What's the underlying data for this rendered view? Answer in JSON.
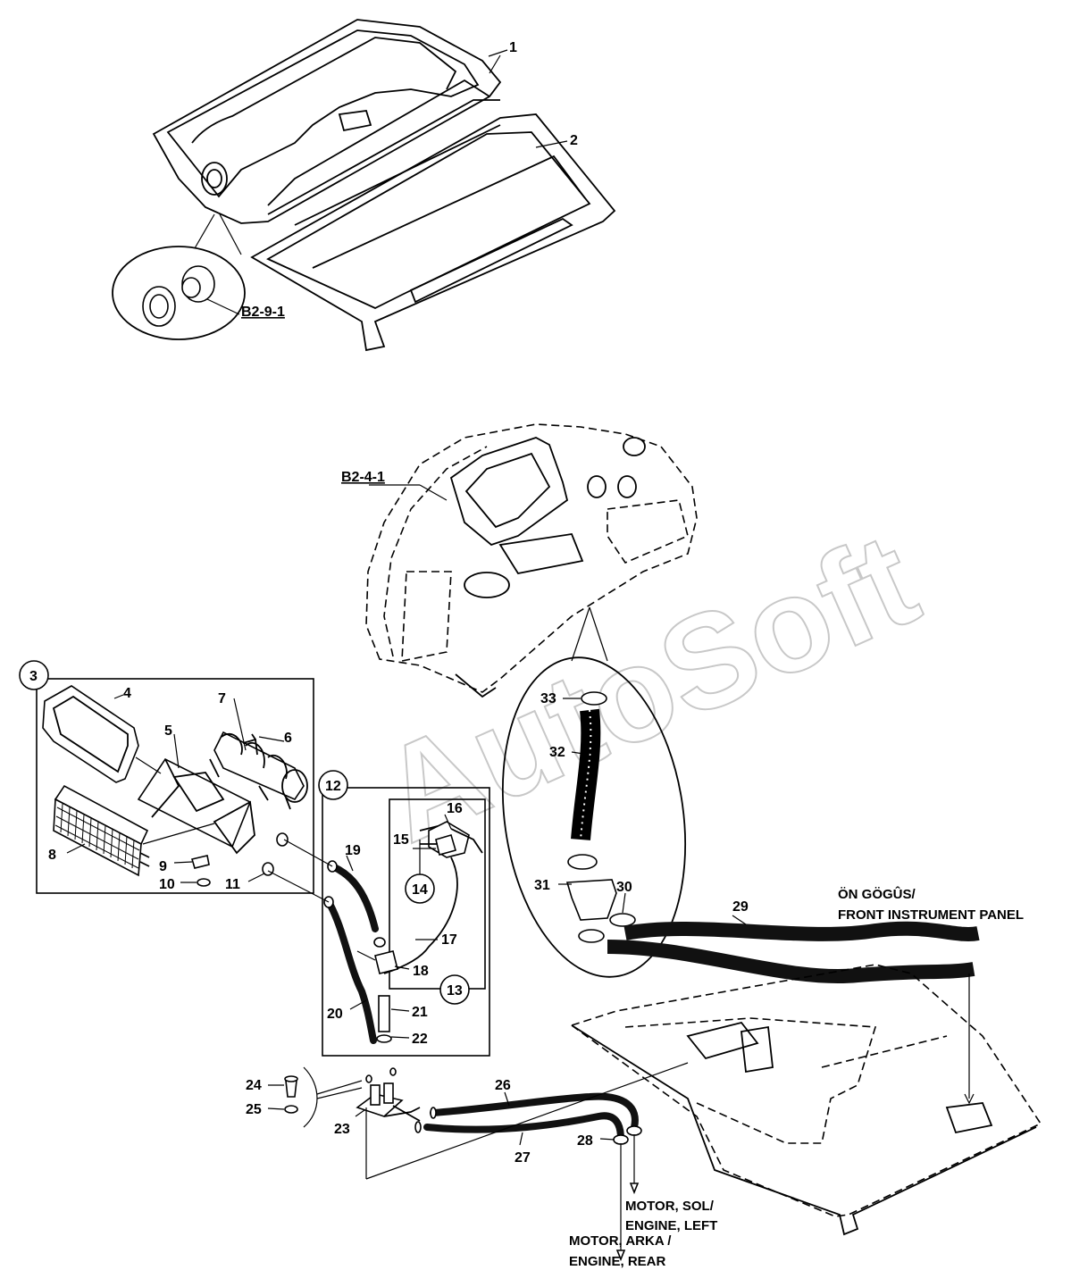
{
  "watermark": "AutoSoft",
  "references": {
    "ref_b2_9_1": "B2-9-1",
    "ref_b2_4_1": "B2-4-1"
  },
  "callouts": {
    "c1": "1",
    "c2": "2",
    "c3": "3",
    "c4": "4",
    "c5": "5",
    "c6": "6",
    "c7": "7",
    "c8": "8",
    "c9": "9",
    "c10": "10",
    "c11": "11",
    "c12": "12",
    "c13": "13",
    "c14": "14",
    "c15": "15",
    "c16": "16",
    "c17": "17",
    "c18": "18",
    "c19": "19",
    "c20": "20",
    "c21": "21",
    "c22": "22",
    "c23": "23",
    "c24": "24",
    "c25": "25",
    "c26": "26",
    "c27": "27",
    "c28": "28",
    "c29": "29",
    "c30": "30",
    "c31": "31",
    "c32": "32",
    "c33": "33"
  },
  "notes": {
    "front_panel_tr": "ÖN GÖGÛS/",
    "front_panel_en": "FRONT INSTRUMENT PANEL",
    "engine_left_tr": "MOTOR, SOL/",
    "engine_left_en": "ENGINE, LEFT",
    "engine_rear_tr": "MOTOR, ARKA /",
    "engine_rear_en": "ENGINE, REAR"
  }
}
